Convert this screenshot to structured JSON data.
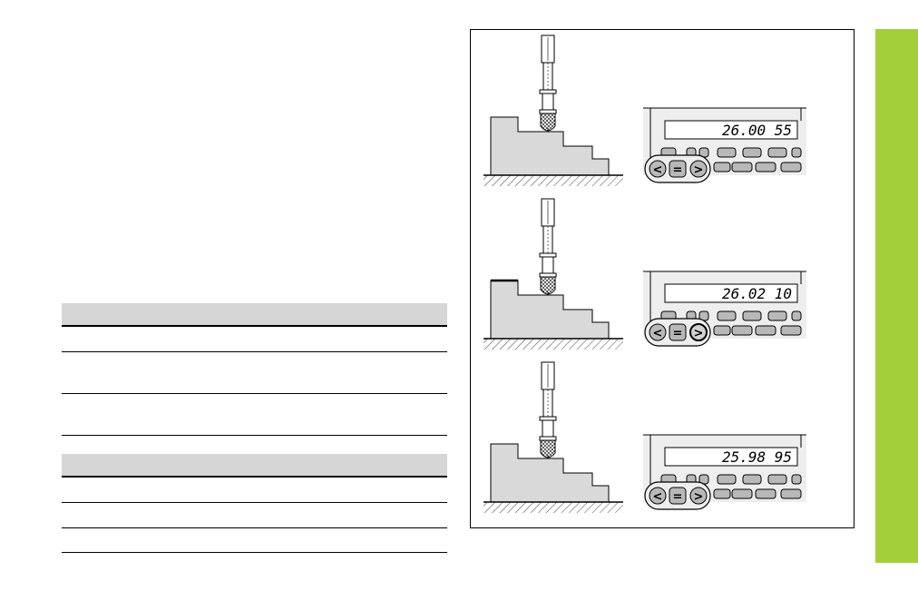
{
  "displays": [
    {
      "reading": "26.00 55"
    },
    {
      "reading": "26.02 10"
    },
    {
      "reading": "25.98 95"
    }
  ],
  "keys": {
    "min": "<",
    "diff": "=",
    "max": ">"
  },
  "colors": {
    "side_tab": "#a4cf3a",
    "table_header": "#d6d6d6",
    "key_face": "#b8b8b8",
    "panel": "#eeeeee"
  }
}
